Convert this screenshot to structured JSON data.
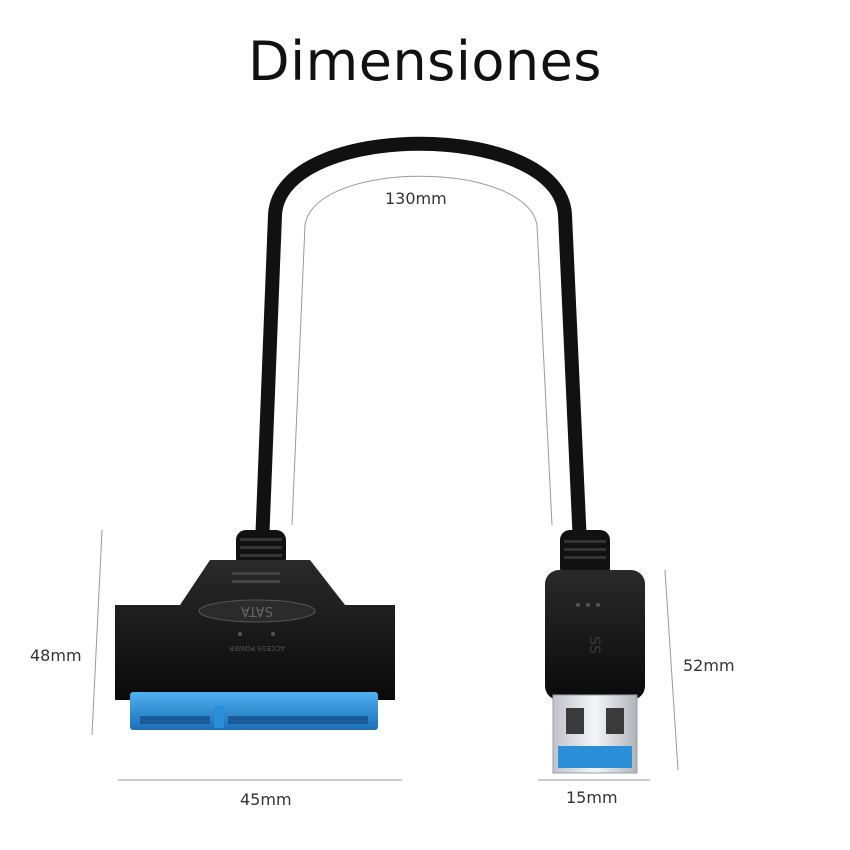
{
  "title": "Dimensiones",
  "dimensions": {
    "cable_length": "130mm",
    "sata_height": "48mm",
    "sata_width": "45mm",
    "usb_height": "52mm",
    "usb_width": "15mm"
  },
  "product": {
    "sata_label": "SATA",
    "power_label": "ACCESS POWER"
  },
  "colors": {
    "cable": "#111111",
    "connector_blue": "#2a8fd6",
    "dimension_line": "#9a9a9a"
  }
}
